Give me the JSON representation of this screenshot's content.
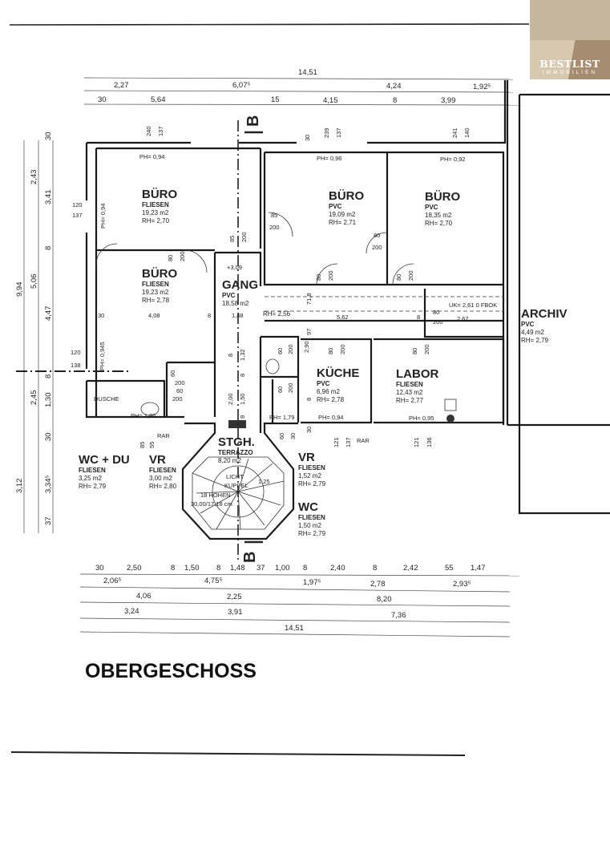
{
  "logo": {
    "brand": "BESTLIST",
    "sub": "IMMOBILIEN"
  },
  "title": "OBERGESCHOSS",
  "section_marker": "B",
  "rooms": [
    {
      "name": "BÜRO",
      "floor": "FLIESEN",
      "area": "19,23 m2",
      "height": "RH= 2,70"
    },
    {
      "name": "BÜRO",
      "floor": "FLIESEN",
      "area": "19,23 m2",
      "height": "RH= 2,78"
    },
    {
      "name": "GANG",
      "floor": "PVC",
      "area": "18,58 m2",
      "height": "RH= 2,56"
    },
    {
      "name": "BÜRO",
      "floor": "PVC",
      "area": "19,09 m2",
      "height": "RH= 2,71"
    },
    {
      "name": "BÜRO",
      "floor": "PVC",
      "area": "18,35 m2",
      "height": "RH= 2,70"
    },
    {
      "name": "ARCHIV",
      "floor": "PVC",
      "area": "4,49 m2",
      "height": "RH= 2,79"
    },
    {
      "name": "KÜCHE",
      "floor": "PVC",
      "area": "6,96 m2",
      "height": "RH= 2,78"
    },
    {
      "name": "LABOR",
      "floor": "FLIESEN",
      "area": "12,43 m2",
      "height": "RH= 2,77"
    },
    {
      "name": "WC + DU",
      "floor": "FLIESEN",
      "area": "3,25 m2",
      "height": "RH= 2,79"
    },
    {
      "name": "VR",
      "floor": "FLIESEN",
      "area": "3,00 m2",
      "height": "RH= 2,80"
    },
    {
      "name": "STGH.",
      "floor": "TERRAZZO",
      "area": "8,20 m2",
      "height": ""
    },
    {
      "name": "VR",
      "floor": "FLIESEN",
      "area": "1,52 m2",
      "height": "RH= 2,79"
    },
    {
      "name": "WC",
      "floor": "FLIESEN",
      "area": "1,50 m2",
      "height": "RH= 2,79"
    }
  ],
  "dims_top": [
    [
      "14,51"
    ],
    [
      "2,27",
      "6,07⁵",
      "4,24",
      "1,92⁵"
    ],
    [
      "30",
      "5,64",
      "15",
      "4,15",
      "8",
      "3,99"
    ]
  ],
  "dims_bottom": [
    [
      "30",
      "2,50",
      "8",
      "1,50",
      "8",
      "1,48",
      "37",
      "1,00",
      "8",
      "2,40",
      "8",
      "2,42",
      "55",
      "1,47"
    ],
    [
      "2,06⁵",
      "4,75⁵",
      "1,97⁵",
      "2,78",
      "2,93⁵"
    ],
    [
      "4,06",
      "2,25",
      "8,20"
    ],
    [
      "3,24",
      "3,91",
      "7,36"
    ],
    [
      "14,51"
    ]
  ],
  "dims_left": [
    "9,94",
    "2,43",
    "5,06",
    "2,45",
    "3,12",
    "30",
    "3,41",
    "8",
    "4,47",
    "8",
    "1,30",
    "30",
    "3,34⁵",
    "37"
  ],
  "annotations": [
    "PH= 0,94",
    "PH= 0,96",
    "PH= 0,92",
    "PH= 0,94",
    "+3,09",
    "UK= 2,61 0 FBOK",
    "DUSCHE",
    "PH= 1,80",
    "PH= 1,79",
    "PH= 0,94",
    "PH= 0,95",
    "RAR",
    "RAR",
    "LICHT",
    "KUPPEL",
    "18 HÖHEN",
    "30,00/17,18 cm",
    "1,25",
    "PH= 0,945",
    "4,08",
    "1,48",
    "5,62",
    "2,67",
    "30",
    "8",
    "8",
    "97",
    "71,8"
  ],
  "openings": [
    "240",
    "137",
    "239",
    "137",
    "30",
    "241",
    "140",
    "120",
    "137",
    "120",
    "138",
    "121",
    "137",
    "121",
    "136",
    "85",
    "55",
    "60",
    "30",
    "85",
    "200",
    "85",
    "200",
    "80",
    "200",
    "80",
    "200",
    "80",
    "200",
    "80",
    "200",
    "80",
    "200",
    "60",
    "200",
    "60",
    "200",
    "60",
    "200",
    "60",
    "200",
    "80",
    "200",
    "80",
    "200",
    "8",
    "1,32",
    "8",
    "2,00",
    "1,50",
    "8",
    "2,90",
    "8",
    "30"
  ]
}
